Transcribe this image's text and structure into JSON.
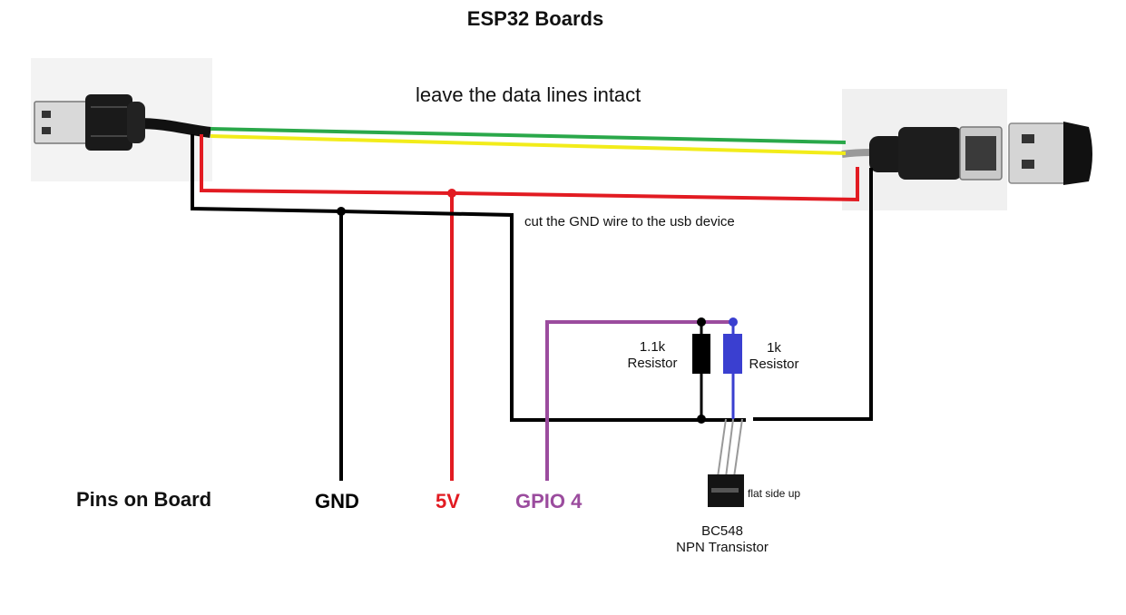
{
  "title": "ESP32 Boards",
  "notes": {
    "data_lines": "leave the data lines intact",
    "gnd_cut": "cut the GND wire to the usb device"
  },
  "pins": {
    "header": "Pins on Board",
    "gnd": "GND",
    "v5": "5V",
    "gpio": "GPIO 4"
  },
  "resistors": {
    "r1_value": "1.1k",
    "r1_word": "Resistor",
    "r2_value": "1k",
    "r2_word": "Resistor"
  },
  "transistor": {
    "orientation": "flat side up",
    "model": "BC548",
    "type": "NPN Transistor"
  },
  "colors": {
    "data_green": "#2aa84a",
    "data_yellow": "#f2ec1a",
    "power_red": "#e21b22",
    "ground_black": "#000000",
    "gpio_purple": "#9b4c9e",
    "resistor_blue": "#3a3fd0"
  }
}
